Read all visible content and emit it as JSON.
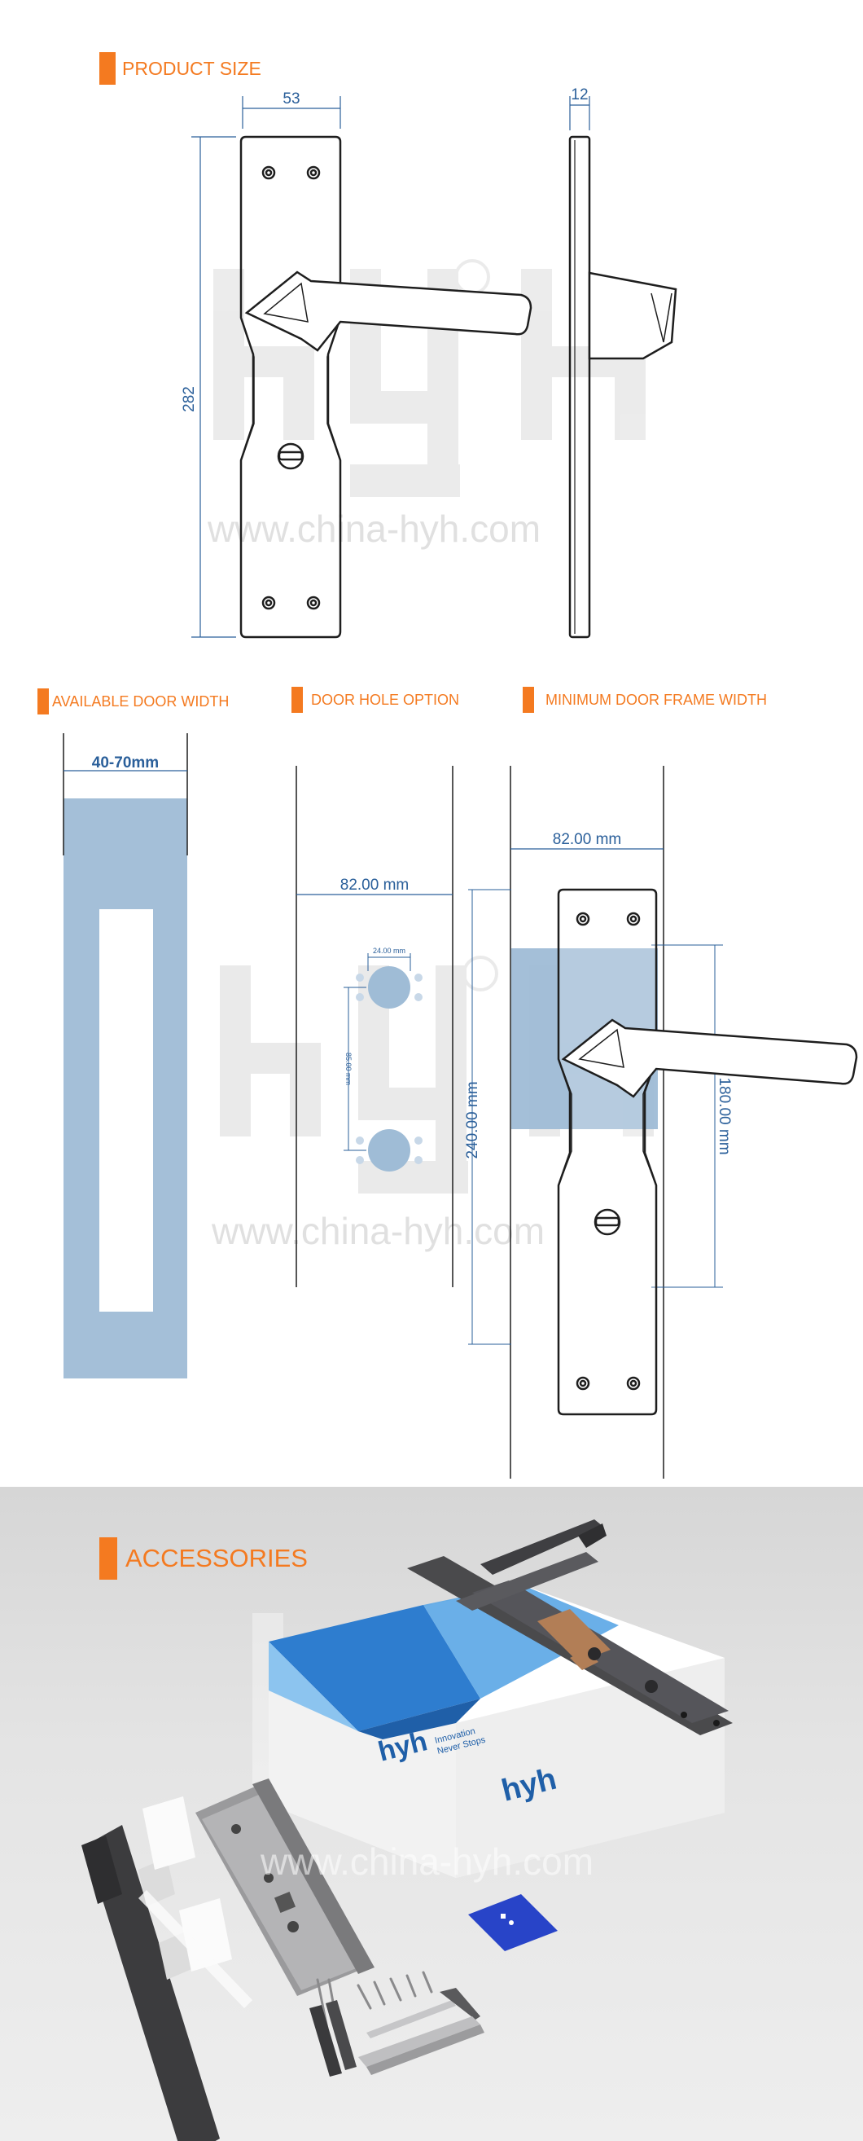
{
  "sections": {
    "product_size": "PRODUCT SIZE",
    "available_door_width": "AVAILABLE DOOR WIDTH",
    "door_hole_option": "DOOR HOLE OPTION",
    "minimum_door_frame_width": "MINIMUM DOOR FRAME WIDTH",
    "accessories": "ACCESSORIES"
  },
  "dimensions": {
    "plate_width": "53",
    "plate_thickness": "12",
    "plate_height": "282",
    "door_width_range": "40-70mm",
    "hole_spacing_width": "82.00 mm",
    "hole_diameter": "24.00 mm",
    "hole_vertical_spacing": "85.00 mm",
    "hole_total_height": "240.00 mm",
    "frame_width": "82.00 mm",
    "frame_handle_height": "180.00 mm"
  },
  "watermark": {
    "url": "www.china-hyh.com"
  },
  "box": {
    "brand": "hyh",
    "slogan_line1": "Innovation",
    "slogan_line2": "Never Stops"
  },
  "colors": {
    "accent": "#f47a20",
    "dimension": "#2a5f9a",
    "door_fill": "#9fbcd6"
  }
}
